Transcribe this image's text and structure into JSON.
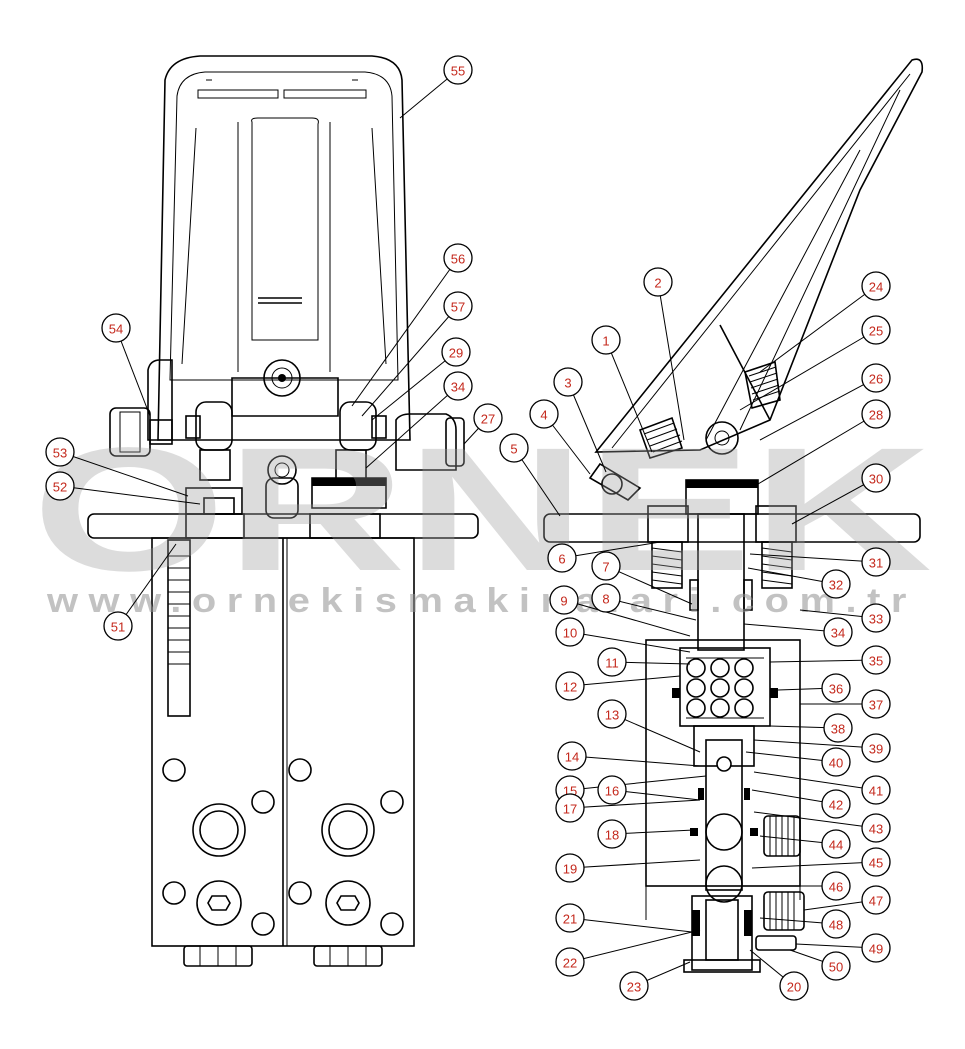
{
  "watermark": {
    "brand": "ORNEK",
    "url": "www.ornekismakinalari.com.tr"
  },
  "diagram": {
    "callouts": [
      "1",
      "2",
      "3",
      "4",
      "5",
      "6",
      "7",
      "8",
      "9",
      "10",
      "11",
      "12",
      "13",
      "14",
      "15",
      "16",
      "17",
      "18",
      "19",
      "20",
      "21",
      "22",
      "23",
      "24",
      "25",
      "26",
      "27",
      "28",
      "29",
      "30",
      "31",
      "32",
      "33",
      "34",
      "35",
      "36",
      "37",
      "38",
      "39",
      "40",
      "41",
      "42",
      "43",
      "44",
      "45",
      "46",
      "47",
      "48",
      "49",
      "50",
      "51",
      "52",
      "53",
      "54",
      "55",
      "56",
      "57"
    ]
  }
}
